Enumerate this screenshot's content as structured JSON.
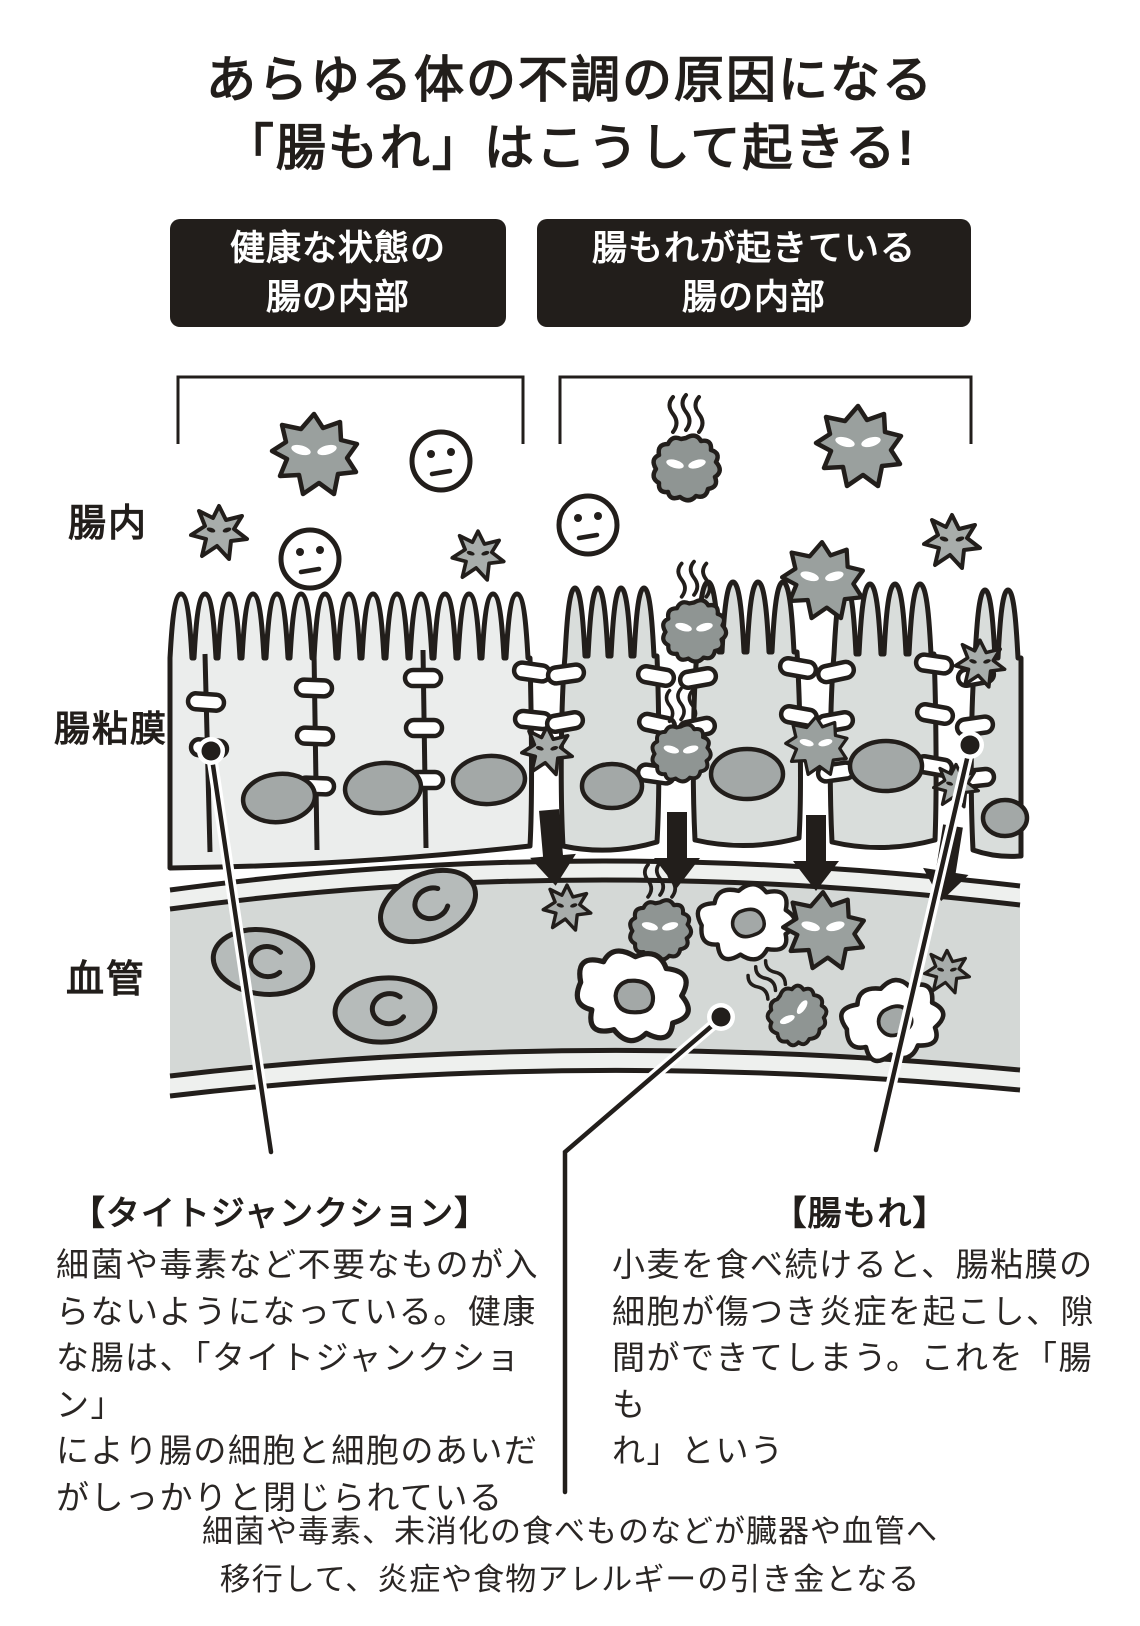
{
  "title": {
    "line1": "あらゆる体の不調の原因になる",
    "line2": "「腸もれ」はこうして起きる!"
  },
  "panels": {
    "healthy": {
      "label_line1": "健康な状態の",
      "label_line2": "腸の内部"
    },
    "leaky": {
      "label_line1": "腸もれが起きている",
      "label_line2": "腸の内部"
    }
  },
  "layer_labels": {
    "lumen": "腸内",
    "mucosa": "腸粘膜",
    "vessel": "血管"
  },
  "annotations": {
    "tight_junction": {
      "heading": "【タイトジャンクション】",
      "lines": [
        "細菌や毒素など不要なものが入",
        "らないようになっている。健康",
        "な腸は、「タイトジャンクション」",
        "により腸の細胞と細胞のあいだ",
        "がしっかりと閉じられている"
      ]
    },
    "leak": {
      "heading": "【腸もれ】",
      "lines": [
        "小麦を食べ続けると、腸粘膜の",
        "細胞が傷つき炎症を起こし、隙",
        "間ができてしまう。これを「腸も",
        "れ」という"
      ]
    },
    "bottom_caption": {
      "lines": [
        "細菌や毒素、未消化の食べものなどが臓器や血管へ",
        "移行して、炎症や食物アレルギーの引き金となる"
      ]
    }
  },
  "illustration": {
    "elements": [
      "angry-virus",
      "toxin-particle",
      "food-particle",
      "intestinal-villi-cell",
      "tight-junction-pill",
      "red-blood-cell",
      "immune-cell",
      "stink-bacteria",
      "leak-arrow"
    ]
  },
  "colors": {
    "ink": "#221e1b",
    "header_bg": "#221e1b",
    "header_text": "#ffffff",
    "cell_fill_healthy": "#ebedec",
    "cell_fill_damaged": "#d9dddb",
    "organelle_gray": "#a3a8a7",
    "vessel_fill": "#d4d8d6",
    "vessel_wall_band": "#eef0ee",
    "microbe_gray": "#9aa09e",
    "bacteria_gray": "#8f9593",
    "rbc_gray": "#b6bbba"
  }
}
